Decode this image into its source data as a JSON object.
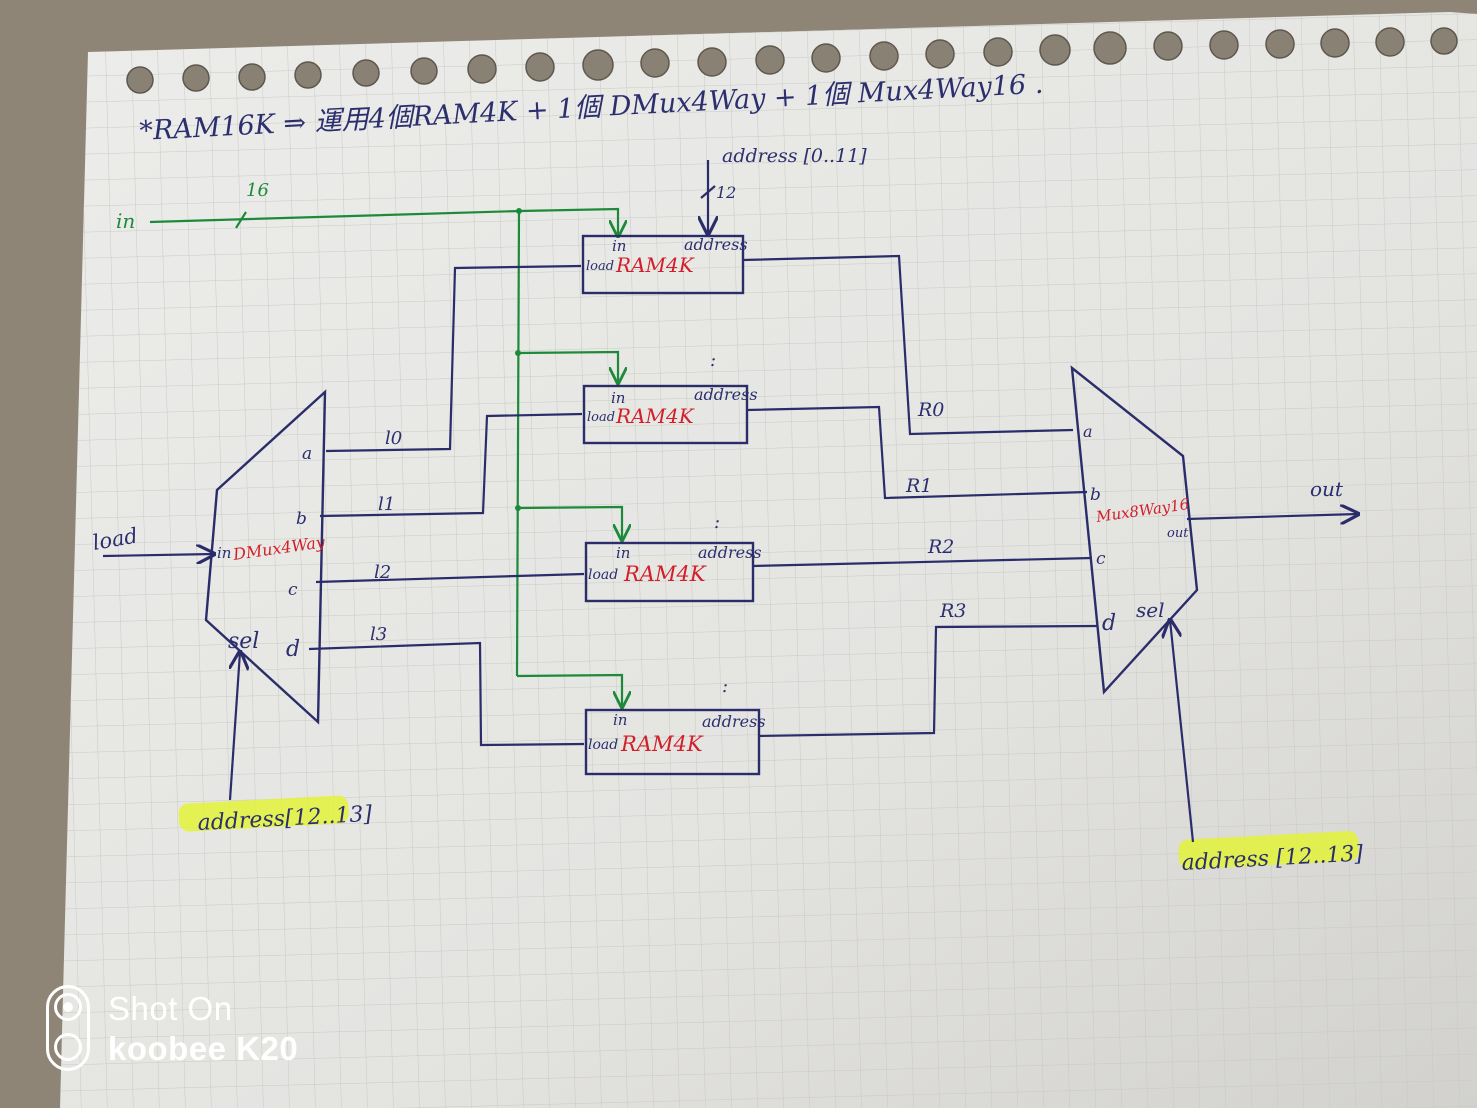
{
  "title": "*RAM16K ⇒ 運用4個RAM4K + 1個 DMux4Way + 1個 Mux4Way16 .",
  "inputs": {
    "in_label": "in",
    "in_width": "16",
    "address_top_label": "address [0..11]",
    "address_top_width": "12",
    "load_label": "load"
  },
  "dmux": {
    "name": "DMux4Way",
    "in_port": "in",
    "sel_port": "sel",
    "outs": [
      "a",
      "b",
      "c",
      "d"
    ],
    "sel_label": "address[12..13]"
  },
  "load_wires": [
    "l0",
    "l1",
    "l2",
    "l3"
  ],
  "rams": [
    {
      "name": "RAM4K",
      "in_port": "in",
      "load_port": "load",
      "addr_port": "address"
    },
    {
      "name": "RAM4K",
      "in_port": "in",
      "load_port": "load",
      "addr_port": "address"
    },
    {
      "name": "RAM4K",
      "in_port": "in",
      "load_port": "load",
      "addr_port": "address"
    },
    {
      "name": "RAM4K",
      "in_port": "in",
      "load_port": "load",
      "addr_port": "address"
    }
  ],
  "ellipsis_mark": ":",
  "result_wires": [
    "R0",
    "R1",
    "R2",
    "R3"
  ],
  "mux": {
    "name": "Mux8Way16",
    "ins": [
      "a",
      "b",
      "c",
      "d"
    ],
    "sel_port": "sel",
    "out_port": "out",
    "sel_label": "address [12..13]"
  },
  "output_label": "out",
  "watermark": {
    "line1": "Shot On",
    "line2": "koobee  K20"
  },
  "colors": {
    "ink": "#2a2d6a",
    "bus": "#1d8a3a",
    "chip_name": "#d21f2a",
    "highlight": "#e3f23a"
  }
}
